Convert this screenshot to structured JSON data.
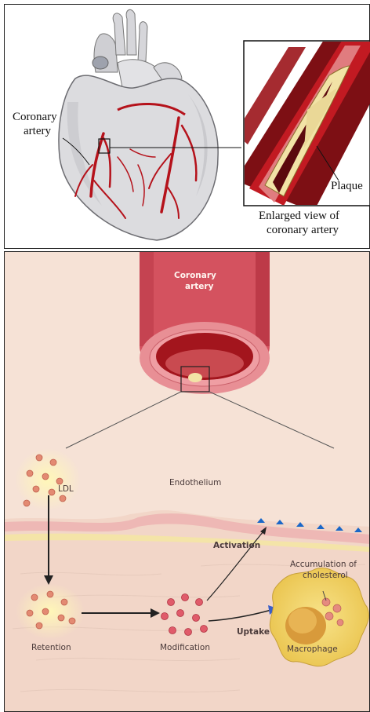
{
  "top_panel": {
    "coronary_label_line1": "Coronary",
    "coronary_label_line2": "artery",
    "plaque_label": "Plaque",
    "enlarged_line1": "Enlarged view of",
    "enlarged_line2": "coronary artery"
  },
  "bottom_panel": {
    "vessel_label_line1": "Coronary",
    "vessel_label_line2": "artery",
    "ldl": "LDL",
    "endothelium": "Endothelium",
    "activation": "Activation",
    "accumulation_line1": "Accumulation of",
    "accumulation_line2": "cholesterol",
    "retention": "Retention",
    "modification": "Modification",
    "uptake": "Uptake",
    "macrophage": "Macrophage"
  },
  "colors": {
    "artery_red": "#b5121b",
    "heart_gray": "#d9d9dc",
    "plaque_yellow": "#f2e3a6",
    "tissue_pink": "#f6e2d6",
    "endothelium_pink": "#eeb8b5",
    "endothelial_blue": "#1a67c8"
  }
}
